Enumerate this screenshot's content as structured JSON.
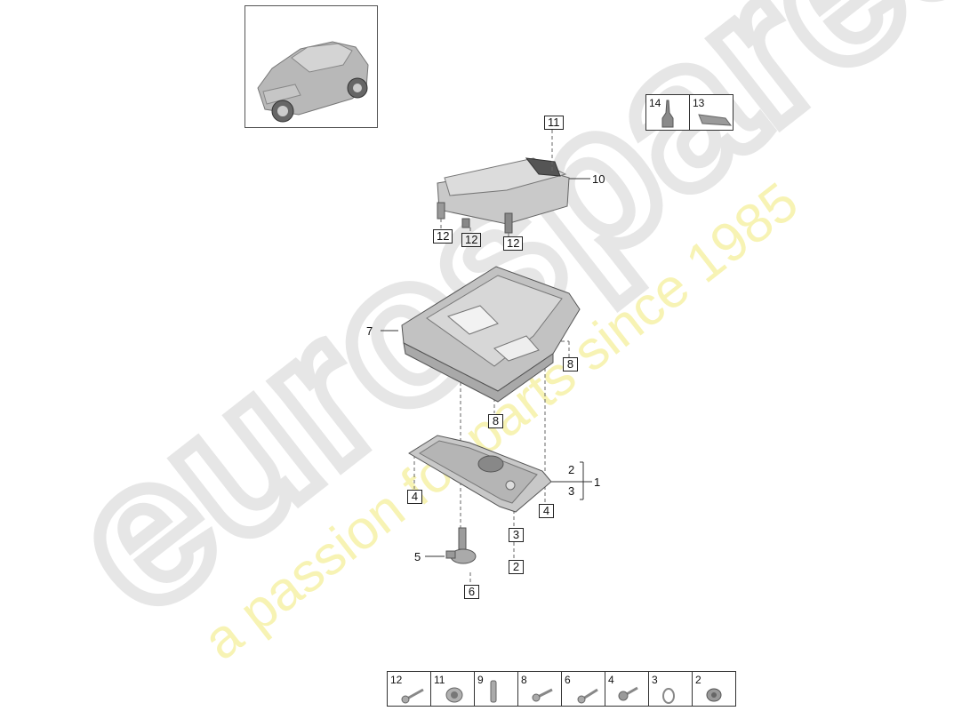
{
  "watermark": {
    "brand": "eurospares",
    "tagline": "a passion for parts since 1985",
    "brand_color": "#e9e9e9",
    "tagline_color": "#f7f3b0"
  },
  "thumbnail": {
    "subject": "vehicle-overview"
  },
  "legend_top": [
    {
      "number": "14",
      "icon": "sealant-bottle-icon"
    },
    {
      "number": "13",
      "icon": "sealing-strip-icon"
    }
  ],
  "legend_bottom": [
    {
      "number": "12",
      "icon": "bolt-icon"
    },
    {
      "number": "11",
      "icon": "sleeve-nut-icon"
    },
    {
      "number": "9",
      "icon": "stud-icon"
    },
    {
      "number": "8",
      "icon": "bolt-icon"
    },
    {
      "number": "6",
      "icon": "bolt-icon"
    },
    {
      "number": "4",
      "icon": "flange-bolt-icon"
    },
    {
      "number": "3",
      "icon": "seal-ring-icon"
    },
    {
      "number": "2",
      "icon": "drain-plug-icon"
    }
  ],
  "callouts": {
    "c11": "11",
    "c10": "10",
    "c12a": "12",
    "c12b": "12",
    "c12c": "12",
    "c7": "7",
    "c8a": "8",
    "c8b": "8",
    "c1": "1",
    "c1_sub1": "2",
    "c1_sub2": "3",
    "c4a": "4",
    "c4b": "4",
    "c3": "3",
    "c2": "2",
    "c5": "5",
    "c6": "6"
  },
  "parts": [
    {
      "ref": "10",
      "name": "baffle-plate"
    },
    {
      "ref": "7",
      "name": "oil-pan-upper-section"
    },
    {
      "ref": "1",
      "name": "oil-pan-lower-section"
    },
    {
      "ref": "5",
      "name": "oil-level-sensor"
    }
  ]
}
